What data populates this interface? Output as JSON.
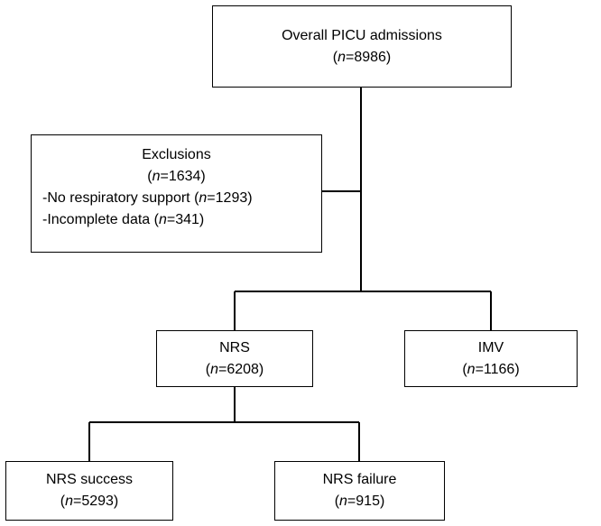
{
  "nodes": {
    "overall": {
      "title": "Overall PICU admissions",
      "n_label": "n",
      "n_value": "=8986"
    },
    "exclusions": {
      "title": "Exclusions",
      "n_label": "n",
      "n_value": "=1634",
      "items": [
        {
          "prefix": "-No respiratory support (",
          "n_label": "n",
          "n_value": "=1293",
          "suffix": ")"
        },
        {
          "prefix": "-Incomplete data (",
          "n_label": "n",
          "n_value": "=341",
          "suffix": ")"
        }
      ]
    },
    "nrs": {
      "title": "NRS",
      "n_label": "n",
      "n_value": "=6208"
    },
    "imv": {
      "title": "IMV",
      "n_label": "n",
      "n_value": "=1166"
    },
    "nrs_success": {
      "title": "NRS success",
      "n_label": "n",
      "n_value": "=5293"
    },
    "nrs_failure": {
      "title": "NRS failure",
      "n_label": "n",
      "n_value": "=915"
    }
  }
}
